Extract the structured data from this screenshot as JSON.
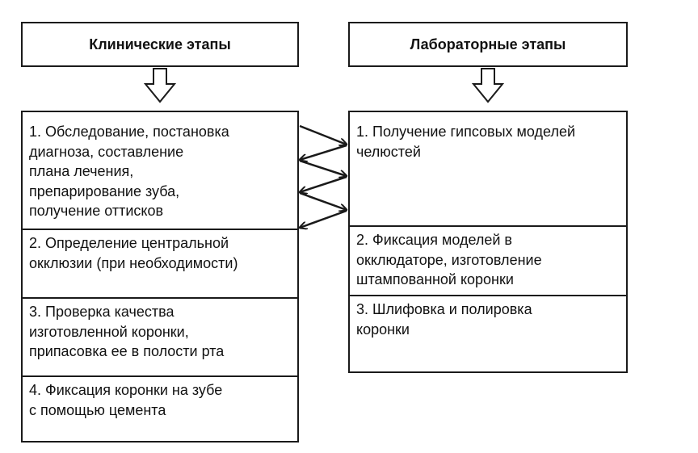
{
  "clinical": {
    "title": "Клинические этапы",
    "steps": [
      "1. Обследование, постановка\nдиагноза, составление\nплана лечения,\nпрепарирование зуба,\nполучение оттисков",
      "2. Определение центральной\nокклюзии (при необходимости)",
      "3. Проверка качества\nизготовленной коронки,\nприпасовка ее в полости рта",
      "4. Фиксация коронки на зубе\nс помощью цемента"
    ]
  },
  "laboratory": {
    "title": "Лабораторные этапы",
    "steps": [
      "1. Получение гипсовых моделей\nчелюстей",
      "2. Фиксация моделей в\nокклюдаторе, изготовление\nштампованной коронки",
      "3. Шлифовка и полировка\nкоронки"
    ]
  }
}
